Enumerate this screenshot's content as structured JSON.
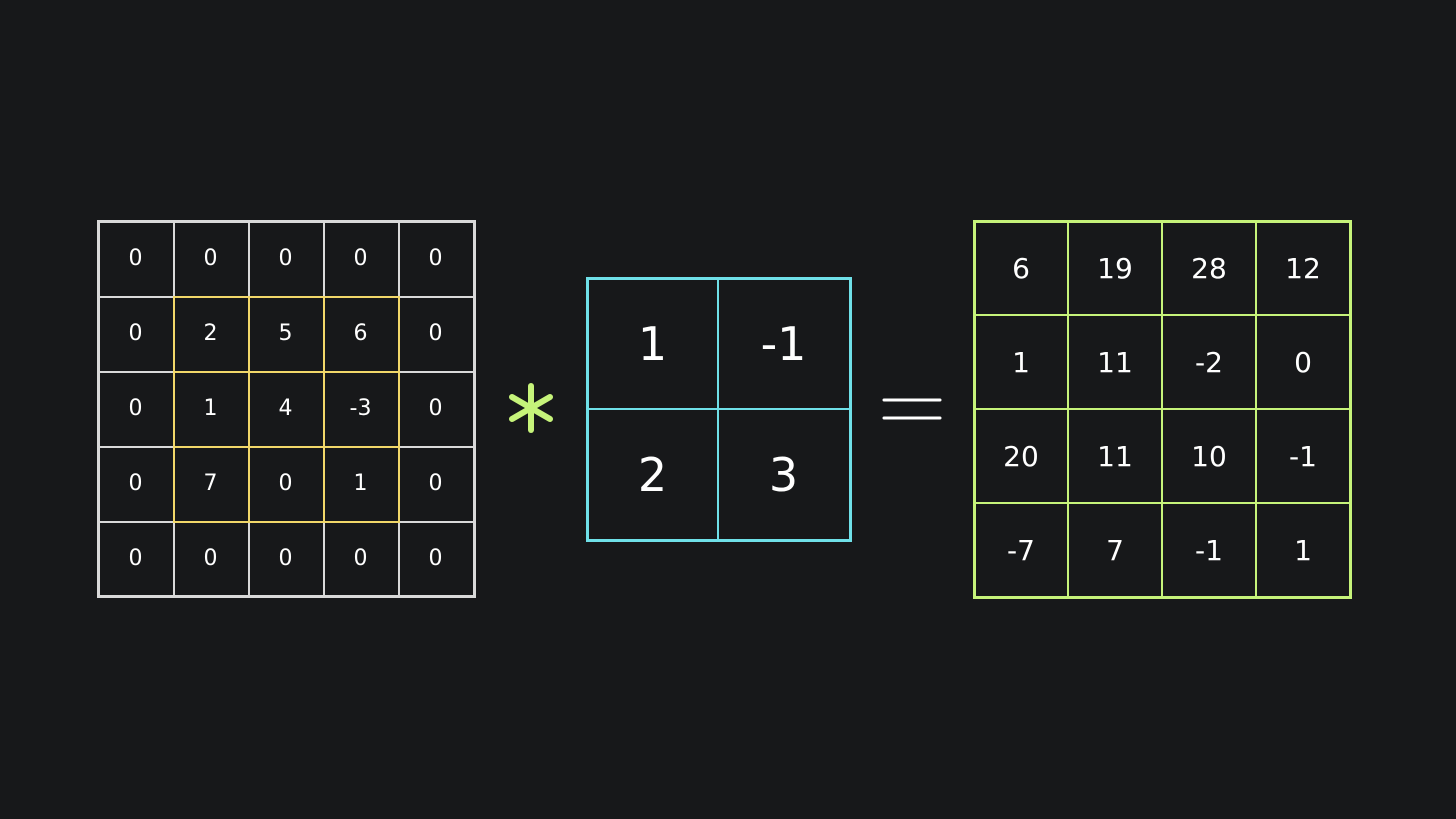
{
  "input_matrix": {
    "rows": [
      [
        "0",
        "0",
        "0",
        "0",
        "0"
      ],
      [
        "0",
        "2",
        "5",
        "6",
        "0"
      ],
      [
        "0",
        "1",
        "4",
        "-3",
        "0"
      ],
      [
        "0",
        "7",
        "0",
        "1",
        "0"
      ],
      [
        "0",
        "0",
        "0",
        "0",
        "0"
      ]
    ],
    "border_color": "#d9d9d9",
    "highlight_color": "#f1d769"
  },
  "operator": {
    "convolution_symbol": "*",
    "color": "#c6f37a"
  },
  "kernel_matrix": {
    "rows": [
      [
        "1",
        "-1"
      ],
      [
        "2",
        "3"
      ]
    ],
    "border_color": "#6fe0e8"
  },
  "equals": {
    "symbol": "=",
    "color": "#ffffff"
  },
  "output_matrix": {
    "rows": [
      [
        "6",
        "19",
        "28",
        "12"
      ],
      [
        "1",
        "11",
        "-2",
        "0"
      ],
      [
        "20",
        "11",
        "10",
        "-1"
      ],
      [
        "-7",
        "7",
        "-1",
        "1"
      ]
    ],
    "border_color": "#c6f37a"
  },
  "background_color": "#17181a"
}
